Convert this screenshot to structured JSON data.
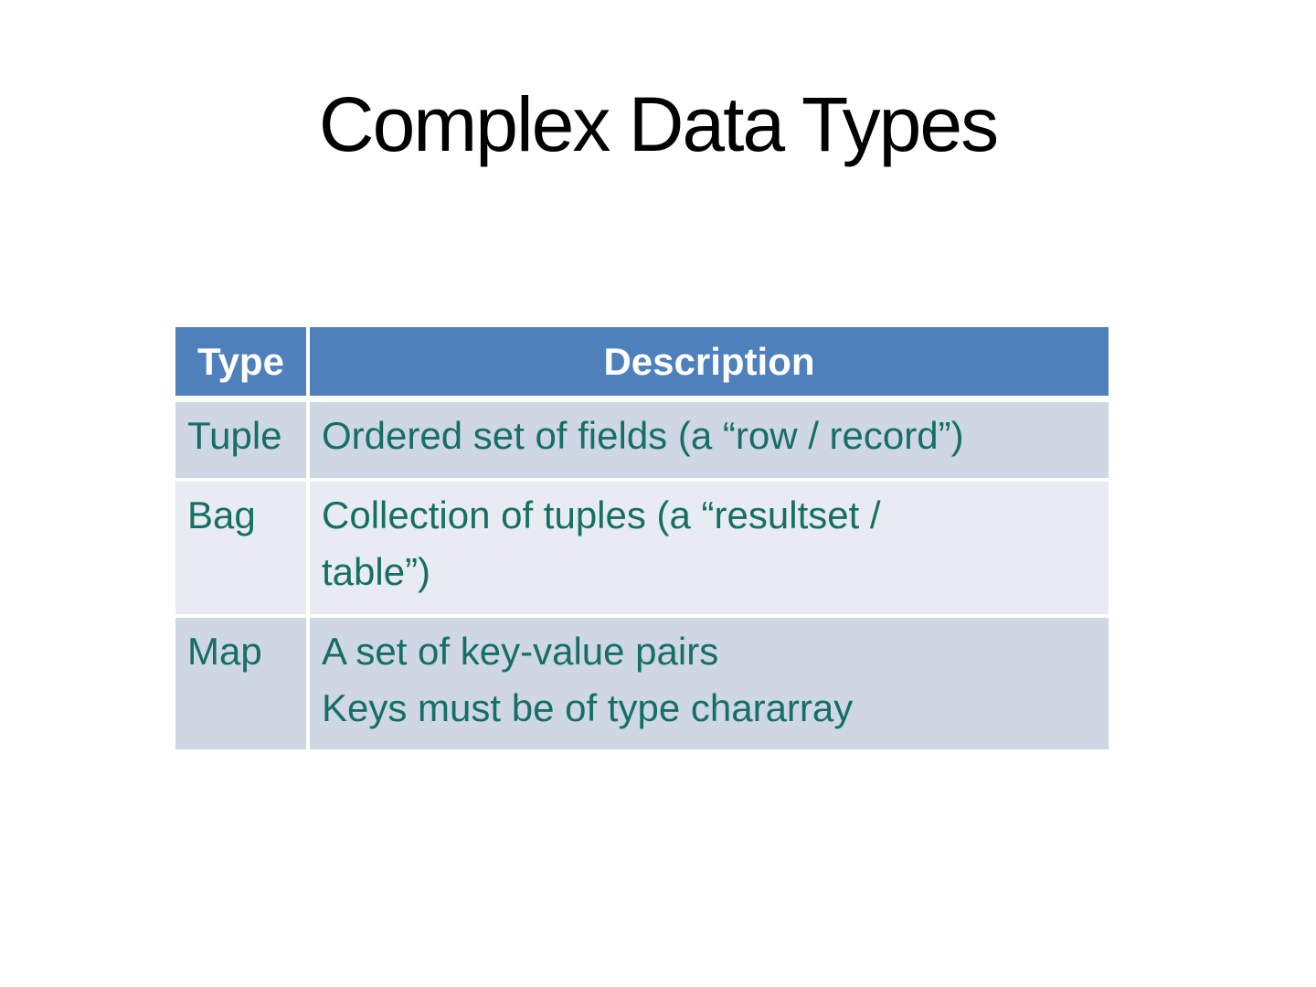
{
  "slide": {
    "title": "Complex Data Types"
  },
  "colors": {
    "header_bg": "#4E80BC",
    "header_text": "#FFFFFF",
    "band_dark": "#CFD6E4",
    "band_light": "#E8EBF2",
    "cell_text": "#156F63",
    "title_text": "#000000",
    "slide_bg": "#FFFFFF"
  },
  "table": {
    "headers": [
      "Type",
      "Description"
    ],
    "rows": [
      {
        "type": "Tuple",
        "description": [
          "Ordered set of fields (a “row / record”)"
        ]
      },
      {
        "type": "Bag",
        "description": [
          "Collection of tuples (a “resultset /",
          "table”)"
        ]
      },
      {
        "type": "Map",
        "description": [
          "A set of key-value pairs",
          "Keys must be of type chararray"
        ]
      }
    ]
  }
}
